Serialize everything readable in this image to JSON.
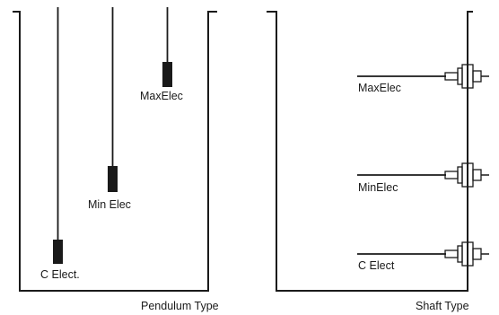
{
  "pendulum": {
    "caption": "Pendulum Type",
    "electrodes": [
      {
        "label": "C Elect."
      },
      {
        "label": "Min Elec"
      },
      {
        "label": "MaxElec"
      }
    ]
  },
  "shaft": {
    "caption": "Shaft Type",
    "electrodes": [
      {
        "label": "MaxElec"
      },
      {
        "label": "MinElec"
      },
      {
        "label": "C Elect"
      }
    ]
  }
}
